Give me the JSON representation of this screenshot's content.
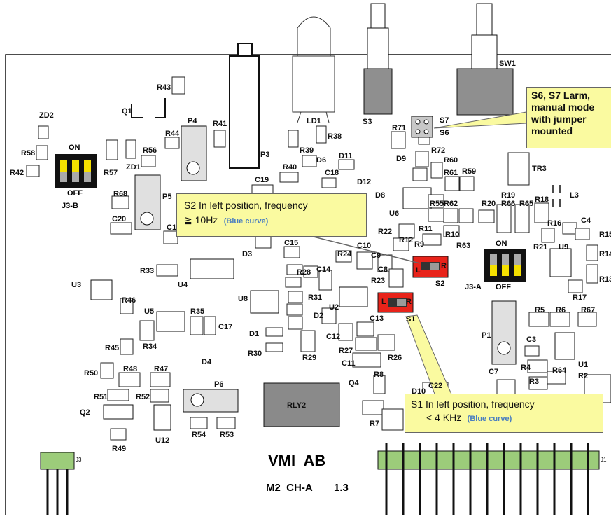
{
  "board": {
    "title": "VMI  AB",
    "model": "M2_CH-A",
    "version": "1.3",
    "connector_left": "J3",
    "connector_right": "J1"
  },
  "switches": {
    "s2": {
      "name": "S2",
      "left": "L",
      "right": "R"
    },
    "s1": {
      "name": "S1",
      "left": "L",
      "right": "R"
    },
    "j3b": {
      "name": "J3-B",
      "on": "ON",
      "off": "OFF"
    },
    "j3a": {
      "name": "J3-A",
      "on": "ON",
      "off": "OFF"
    },
    "s6": "S6",
    "s7": "S7"
  },
  "callouts": {
    "s6s7": [
      "S6, S7   Larm,",
      "manual mode",
      "with jumper",
      "mounted"
    ],
    "s2": {
      "line1": "S2 In left position,  frequency",
      "line2": "≧ 10Hz",
      "blue": "(Blue curve)"
    },
    "s1": {
      "line1": "S1 In left position, frequency",
      "line2": "< 4 KHz",
      "blue": "(Blue curve)"
    }
  },
  "components": [
    "R43",
    "ZD2",
    "Q1",
    "P4",
    "R41",
    "R58",
    "R42",
    "R57",
    "ZD1",
    "R56",
    "R44",
    "P3",
    "LD1",
    "R38",
    "R39",
    "D6",
    "D11",
    "R40",
    "C18",
    "C19",
    "D12",
    "D9",
    "R71",
    "S3",
    "SW1",
    "R72",
    "R60",
    "R61",
    "R59",
    "TR3",
    "R68",
    "C20",
    "P5",
    "C1",
    "U6",
    "D8",
    "R55",
    "R62",
    "R20",
    "R66",
    "R65",
    "R19",
    "R18",
    "L3",
    "R22",
    "R11",
    "R12",
    "R9",
    "R10",
    "R63",
    "R16",
    "C4",
    "R15",
    "R21",
    "R14",
    "U9",
    "R13",
    "R17",
    "C10",
    "C9",
    "C8",
    "R24",
    "R23",
    "C15",
    "D3",
    "R28",
    "R33",
    "U4",
    "U3",
    "C14",
    "R31",
    "U2",
    "D2",
    "U8",
    "R46",
    "U5",
    "R35",
    "C17",
    "R34",
    "R45",
    "D1",
    "R30",
    "R29",
    "C12",
    "C13",
    "R27",
    "C11",
    "R26",
    "R8",
    "D10",
    "C22",
    "R7",
    "Q4",
    "R50",
    "R48",
    "R47",
    "R51",
    "R52",
    "Q2",
    "R49",
    "U12",
    "P6",
    "R54",
    "R53",
    "RLY2",
    "R5",
    "R6",
    "R67",
    "C3",
    "P1",
    "C7",
    "R4",
    "R64",
    "U1",
    "R3",
    "R2"
  ],
  "colors": {
    "callout_fill": "#fafaa0",
    "switch_red": "#e8231a",
    "dip_yellow": "#f5e000",
    "connector_green": "#9ccc7a",
    "relay_gray": "#8a8a8a"
  }
}
